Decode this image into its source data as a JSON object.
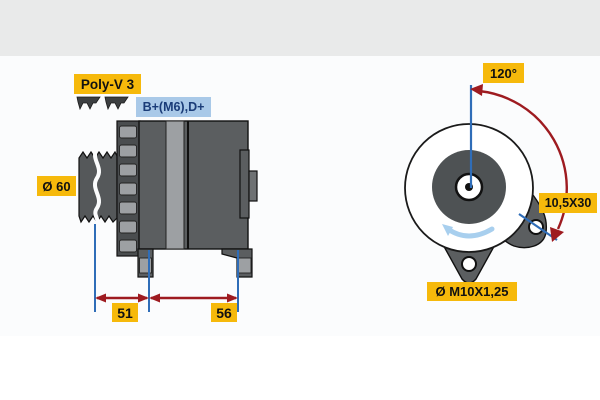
{
  "title": "Alternator technical drawing",
  "labels": {
    "belt_type": "Poly-V 3",
    "terminals": "B+(M6),D+",
    "pulley_diameter": "Ø 60",
    "dimension_pulley_to_front_mount": "51",
    "dimension_front_to_rear_mount": "56",
    "mounting_angle": "120°",
    "mounting_slot": "10,5X30",
    "thread_size": "Ø M10X1,25"
  },
  "icons": {
    "belt_profile": "poly-v-belt-cross-section",
    "rotation": "counterclockwise-rotation-arrow"
  },
  "colors": {
    "highlight_yellow": "#f6b90b",
    "terminal_label_bg": "#a9c9e8",
    "terminal_label_text": "#1a3c78",
    "dimension_red": "#9e1b20",
    "dimension_blue": "#2f6db8",
    "rotation_arrow_blue": "#a8cfee",
    "body_gray": "#5b5e60",
    "light_gray": "#9da0a3",
    "header_band_gray": "#e9eaea"
  }
}
